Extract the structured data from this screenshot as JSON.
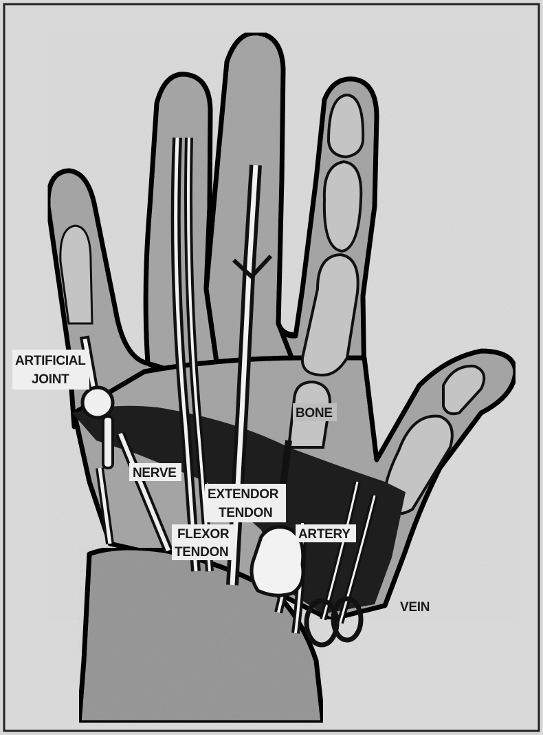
{
  "labels": {
    "artificial_joint_line1": "ARTIFICIAL",
    "artificial_joint_line2": "JOINT",
    "nerve": "NERVE",
    "extendor_tendon_line1": "EXTENDOR",
    "extendor_tendon_line2": "TENDON",
    "flexor_tendon_line1": "FLEXOR",
    "flexor_tendon_line2": "TENDON",
    "bone": "BONE",
    "artery": "ARTERY",
    "vein": "VEIN"
  },
  "colors": {
    "paper": "#d9d9d9",
    "ink": "#111111",
    "skin_tone": "#a9a9a9",
    "wrist_tone": "#9c9c9c",
    "bone_tone": "#c4c4c4",
    "band_dark": "#1e1e1e",
    "channel_light": "#f2f2f2"
  }
}
